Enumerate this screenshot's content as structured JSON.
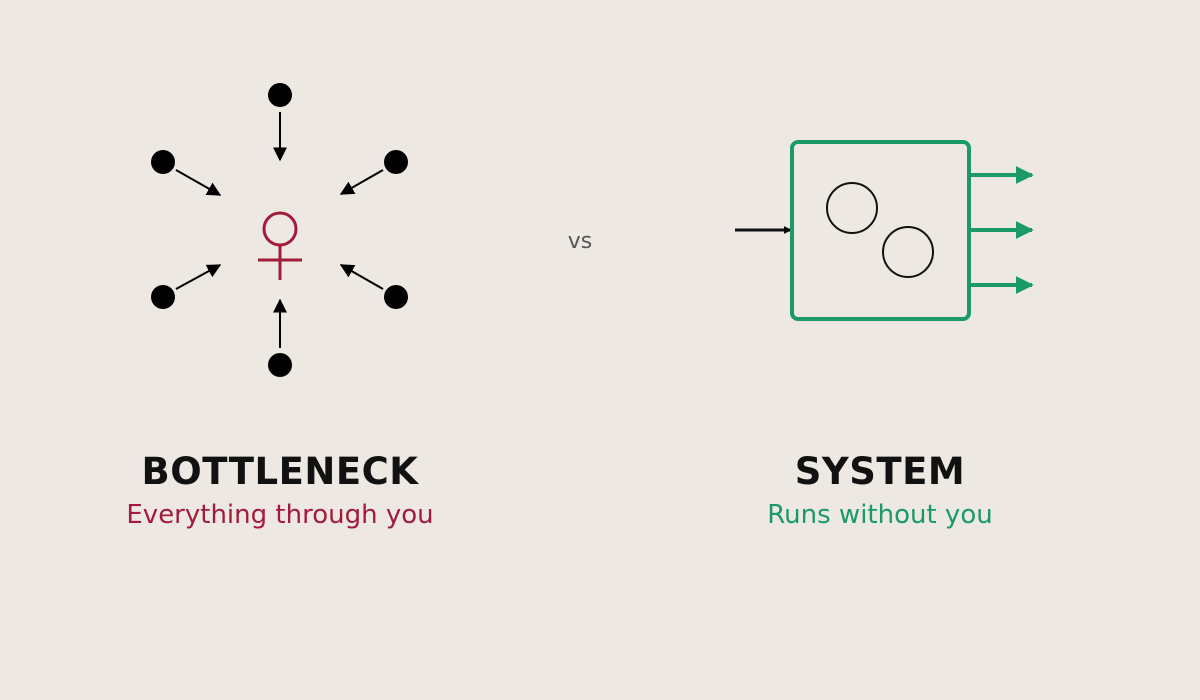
{
  "bottleneck": {
    "title": "BOTTLENECK",
    "subtitle": "Everything through you",
    "subtitle_color": "#a31b3b",
    "center_symbol": "person-symbol",
    "node_count": 6
  },
  "separator": {
    "label": "vs"
  },
  "system": {
    "title": "SYSTEM",
    "subtitle": "Runs without you",
    "color": "#1a9a64",
    "inputs": 1,
    "outputs": 3,
    "inner_circles": 2
  },
  "colors": {
    "background": "#ede9e2",
    "node": "#000000",
    "accent_red": "#a31b3b",
    "accent_green": "#1a9a64"
  }
}
